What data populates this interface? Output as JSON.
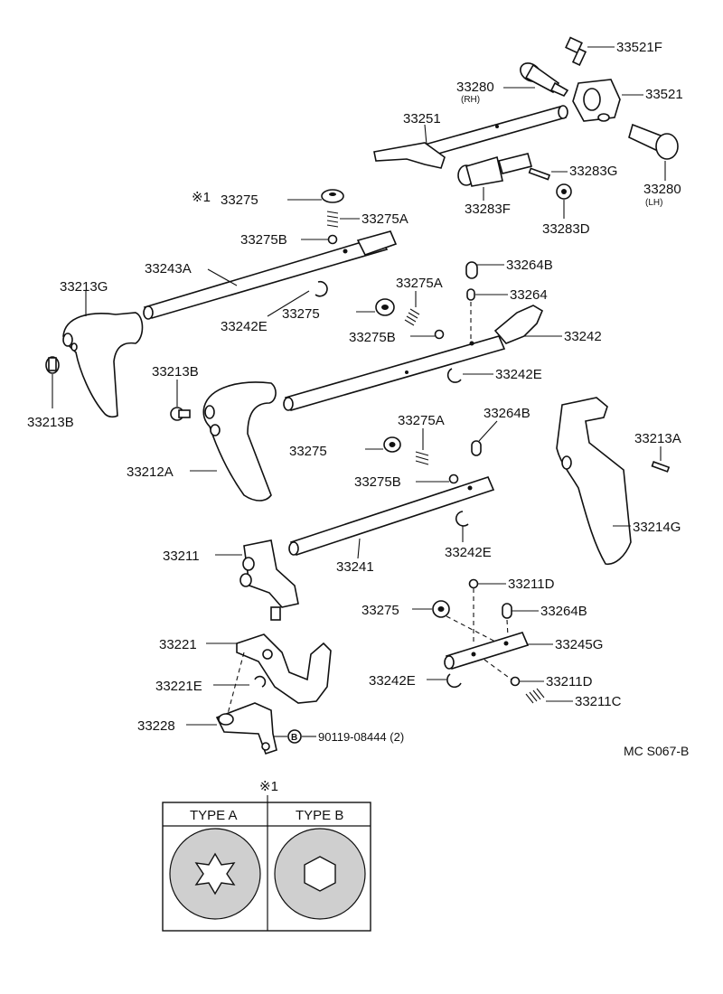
{
  "labels": {
    "p33521F": "33521F",
    "p33280_rh": "33280",
    "rh": "(RH)",
    "p33521": "33521",
    "p33251": "33251",
    "p33283G": "33283G",
    "p33280_lh": "33280",
    "lh": "(LH)",
    "p33283F": "33283F",
    "p33283D": "33283D",
    "p33275_top": "33275",
    "p33275A_top": "33275A",
    "p33275B_top": "33275B",
    "p33243A": "33243A",
    "p33213G": "33213G",
    "p33264B_1": "33264B",
    "p33275A_mid": "33275A",
    "p33264": "33264",
    "p33242E_1": "33242E",
    "p33275_mid": "33275",
    "p33275B_mid": "33275B",
    "p33242": "33242",
    "p33213B_a": "33213B",
    "p33242E_2": "33242E",
    "p33213B_b": "33213B",
    "p33275A_low": "33275A",
    "p33264B_2": "33264B",
    "p33213A": "33213A",
    "p33275_low": "33275",
    "p33212A": "33212A",
    "p33275B_low": "33275B",
    "p33214G": "33214G",
    "p33211": "33211",
    "p33241": "33241",
    "p33242E_3": "33242E",
    "p33211D_1": "33211D",
    "p33275_bot": "33275",
    "p33264B_3": "33264B",
    "p33221": "33221",
    "p33245G": "33245G",
    "p33221E": "33221E",
    "p33242E_4": "33242E",
    "p33211D_2": "33211D",
    "p33211C": "33211C",
    "p33228": "33228",
    "bolt_letter": "B",
    "bolt_part": "90119-08444 (2)",
    "diagram_code": "MC  S067-B",
    "note_mark": "※1",
    "note_mark_short": "※1",
    "type_a": "TYPE A",
    "type_b": "TYPE B"
  }
}
